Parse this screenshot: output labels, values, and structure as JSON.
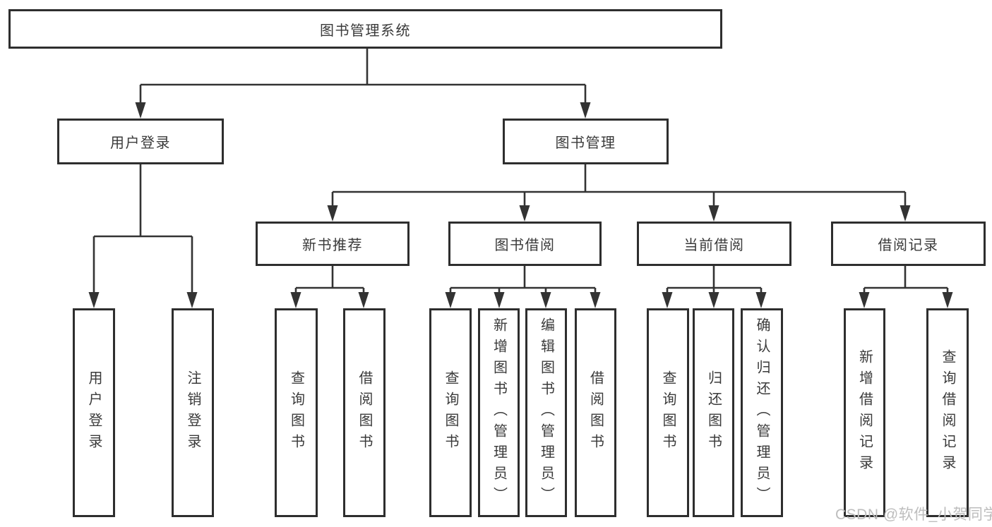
{
  "diagram": {
    "root": "图书管理系统",
    "level2": {
      "user_login": "用户登录",
      "book_mgmt": "图书管理"
    },
    "level3": {
      "new_recommend": "新书推荐",
      "book_borrow": "图书借阅",
      "current_borrow": "当前借阅",
      "borrow_record": "借阅记录"
    },
    "leaves": {
      "login": "用户登录",
      "logout": "注销登录",
      "nr_query": "查询图书",
      "nr_borrow": "借阅图书",
      "bb_query": "查询图书",
      "bb_add": "新增图书（管理员）",
      "bb_edit": "编辑图书（管理员）",
      "bb_borrow": "借阅图书",
      "cb_query": "查询图书",
      "cb_return": "归还图书",
      "cb_confirm": "确认归还（管理员）",
      "br_add": "新增借阅记录",
      "br_query": "查询借阅记录"
    }
  },
  "watermark": "CSDN @软件_小贺同学",
  "colors": {
    "line": "#333333",
    "box_border": "#2e2e2e",
    "text": "#3a3a3a",
    "watermark": "#bdbdbd",
    "background": "#ffffff"
  }
}
